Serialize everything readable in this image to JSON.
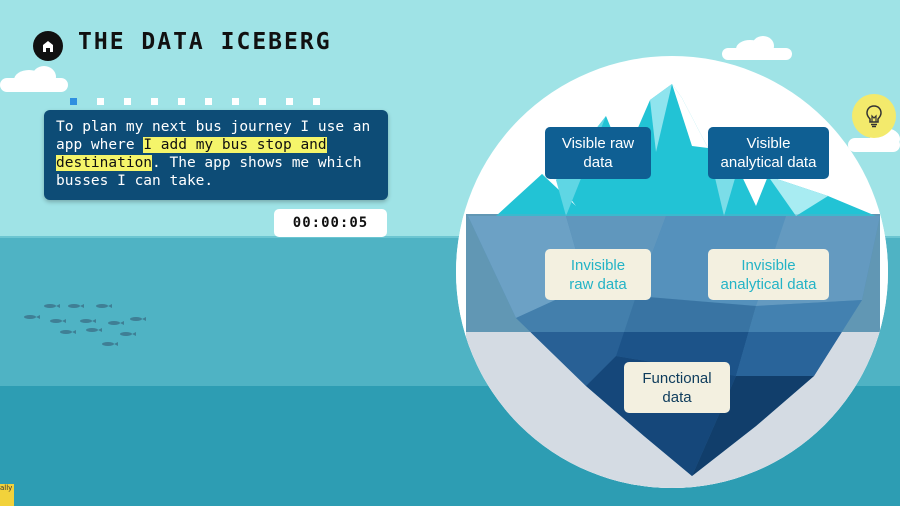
{
  "header": {
    "title": "THE DATA ICEBERG",
    "home_icon": "home-icon"
  },
  "progress": {
    "total_steps": 10,
    "current_step": 1
  },
  "statement": {
    "part1": "To plan my next bus journey I use an app where ",
    "highlight": "I add my bus stop and destination",
    "part2": ". The app shows me which busses I can take."
  },
  "timer": {
    "value": "00:00:05"
  },
  "hint": {
    "icon": "lightbulb-icon"
  },
  "iceberg": {
    "labels": {
      "visible_raw": "Visible raw data",
      "visible_analytical": "Visible analytical data",
      "invisible_raw": "Invisible raw data",
      "invisible_analytical": "Invisible analytical data",
      "functional": "Functional data"
    }
  },
  "colors": {
    "sky": "#9fe3e6",
    "sea": "#4fb3c4",
    "deep_sea": "#2d9db3",
    "statement_bg": "#0d4c76",
    "highlight": "#f5f56a",
    "visible_label_bg": "#0f5f93",
    "invisible_label_text": "#23b3c6",
    "progress_active": "#2f8fe0"
  },
  "corner_badge": {
    "text": "ally"
  }
}
